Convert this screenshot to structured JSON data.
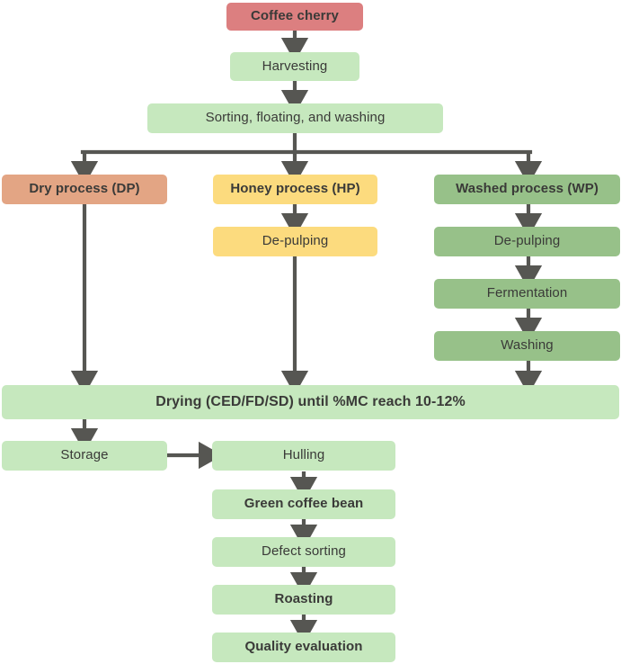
{
  "diagram": {
    "title": "Coffee processing flowchart",
    "palette": {
      "cherry_red": "#dc7f80",
      "light_green": "#c6e8be",
      "medium_green": "#97c189",
      "honey_yellow": "#fcdb7e",
      "dry_orange": "#e3a584",
      "connector_gray": "#565652",
      "text_gray": "#3a3a38"
    },
    "nodes": {
      "coffee_cherry": "Coffee cherry",
      "harvesting": "Harvesting",
      "sorting": "Sorting, floating, and washing",
      "dry_process": "Dry process (DP)",
      "honey_process": "Honey process (HP)",
      "honey_depulping": "De-pulping",
      "washed_process": "Washed  process (WP)",
      "washed_depulping": "De-pulping",
      "fermentation": "Fermentation",
      "washing": "Washing",
      "drying": "Drying (CED/FD/SD) until %MC reach 10-12%",
      "storage": "Storage",
      "hulling": "Hulling",
      "green_coffee_bean": "Green coffee bean",
      "defect_sorting": "Defect sorting",
      "roasting": "Roasting",
      "quality_evaluation": "Quality evaluation"
    }
  }
}
